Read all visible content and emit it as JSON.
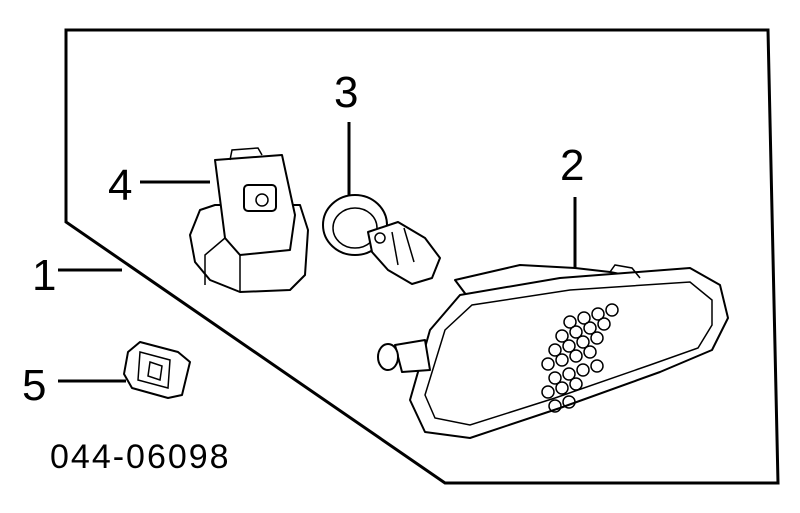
{
  "diagram": {
    "callouts": [
      {
        "id": "1",
        "label": "1"
      },
      {
        "id": "2",
        "label": "2"
      },
      {
        "id": "3",
        "label": "3"
      },
      {
        "id": "4",
        "label": "4"
      },
      {
        "id": "5",
        "label": "5"
      }
    ],
    "part_number": "044-06098"
  }
}
